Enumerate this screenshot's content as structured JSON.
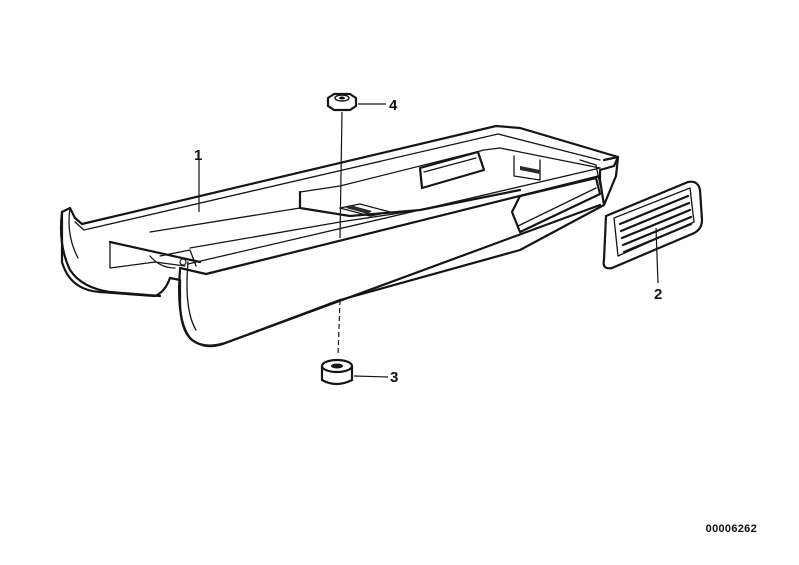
{
  "diagram": {
    "labels": {
      "part_1": "1",
      "part_2": "2",
      "part_3": "3",
      "part_4": "4"
    },
    "document_number": "00006262"
  }
}
